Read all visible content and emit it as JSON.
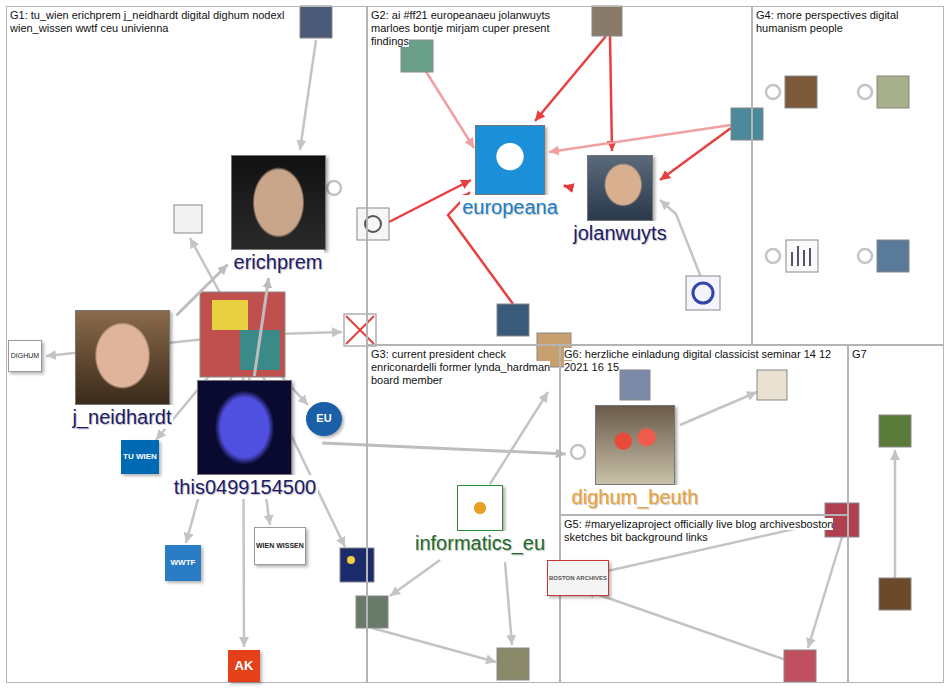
{
  "diagram": {
    "nodes": [
      {
        "text": [
          "G1: tu_wien erichprem j_neidhardt digital dighum nodexl wien_wissen wwtf ceu univienna"
        ]
      },
      {
        "text": [
          "G2: ai #ff21 europeanaeu jolanwuyts marloes bontje mirjam cuper present findings"
        ]
      },
      {
        "text": [
          "G3: current president check enriconardelli former lynda_hardman board member"
        ]
      },
      {
        "text": [
          "G4: more perspectives digital humanism people"
        ]
      },
      {
        "text": [
          "G5: #maryelizaproject officially live blog archivesboston sketches bit background links"
        ]
      },
      {
        "text": [
          "G6: herzliche einladung digital classicist seminar 14 12 2021 16 15"
        ]
      },
      {
        "text": [
          "G7"
        ]
      },
      {
        "text": [
          "erichprem"
        ],
        "in": 0
      },
      {
        "text": [
          "j_neidhardt"
        ],
        "in": 0
      },
      {
        "text": [
          "this0499154500"
        ],
        "in": 0
      },
      {
        "text": [
          "europeana"
        ],
        "in": 1
      },
      {
        "text": [
          "jolanwuyts"
        ],
        "in": 1
      },
      {
        "text": [
          "informatics_eu"
        ],
        "in": 2
      },
      {
        "text": [
          "dighum_beuth"
        ],
        "in": 5
      }
    ],
    "edges": [
      {
        "from": 8,
        "to": 7,
        "arrow": "to"
      },
      {
        "from": 11,
        "to": 10,
        "arrow": "to"
      },
      {
        "from": 9,
        "to": 7,
        "arrow": "to"
      },
      {
        "from": 9,
        "to": 13,
        "arrow": "to"
      }
    ],
    "labels": [
      "DIGHUM",
      "TU WIEN",
      "EU",
      "WWTF",
      "WIEN WISSEN",
      "AK",
      "BOSTON ARCHIVES"
    ]
  }
}
